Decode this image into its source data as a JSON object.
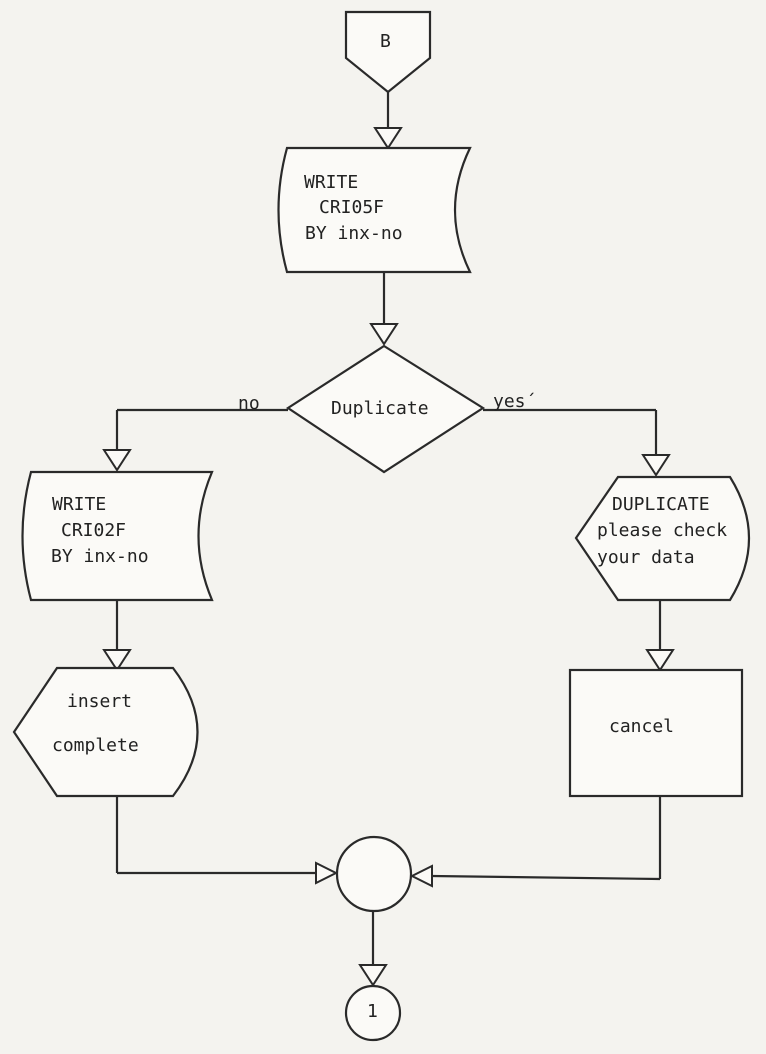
{
  "connector_top": "B",
  "write_cri05f": {
    "line1": "WRITE",
    "line2": "CRI05F",
    "line3": "BY inx-no"
  },
  "decision": {
    "label": "Duplicate",
    "no_label": "no",
    "yes_label": "yes´"
  },
  "write_cri02f": {
    "line1": "WRITE",
    "line2": "CRI02F",
    "line3": "BY inx-no"
  },
  "display_insert": {
    "line1": "insert",
    "line2": "complete"
  },
  "display_duplicate": {
    "line1": "DUPLICATE",
    "line2": "please check",
    "line3": "your data"
  },
  "process_cancel": {
    "label": "cancel"
  },
  "connector_bottom": "1"
}
